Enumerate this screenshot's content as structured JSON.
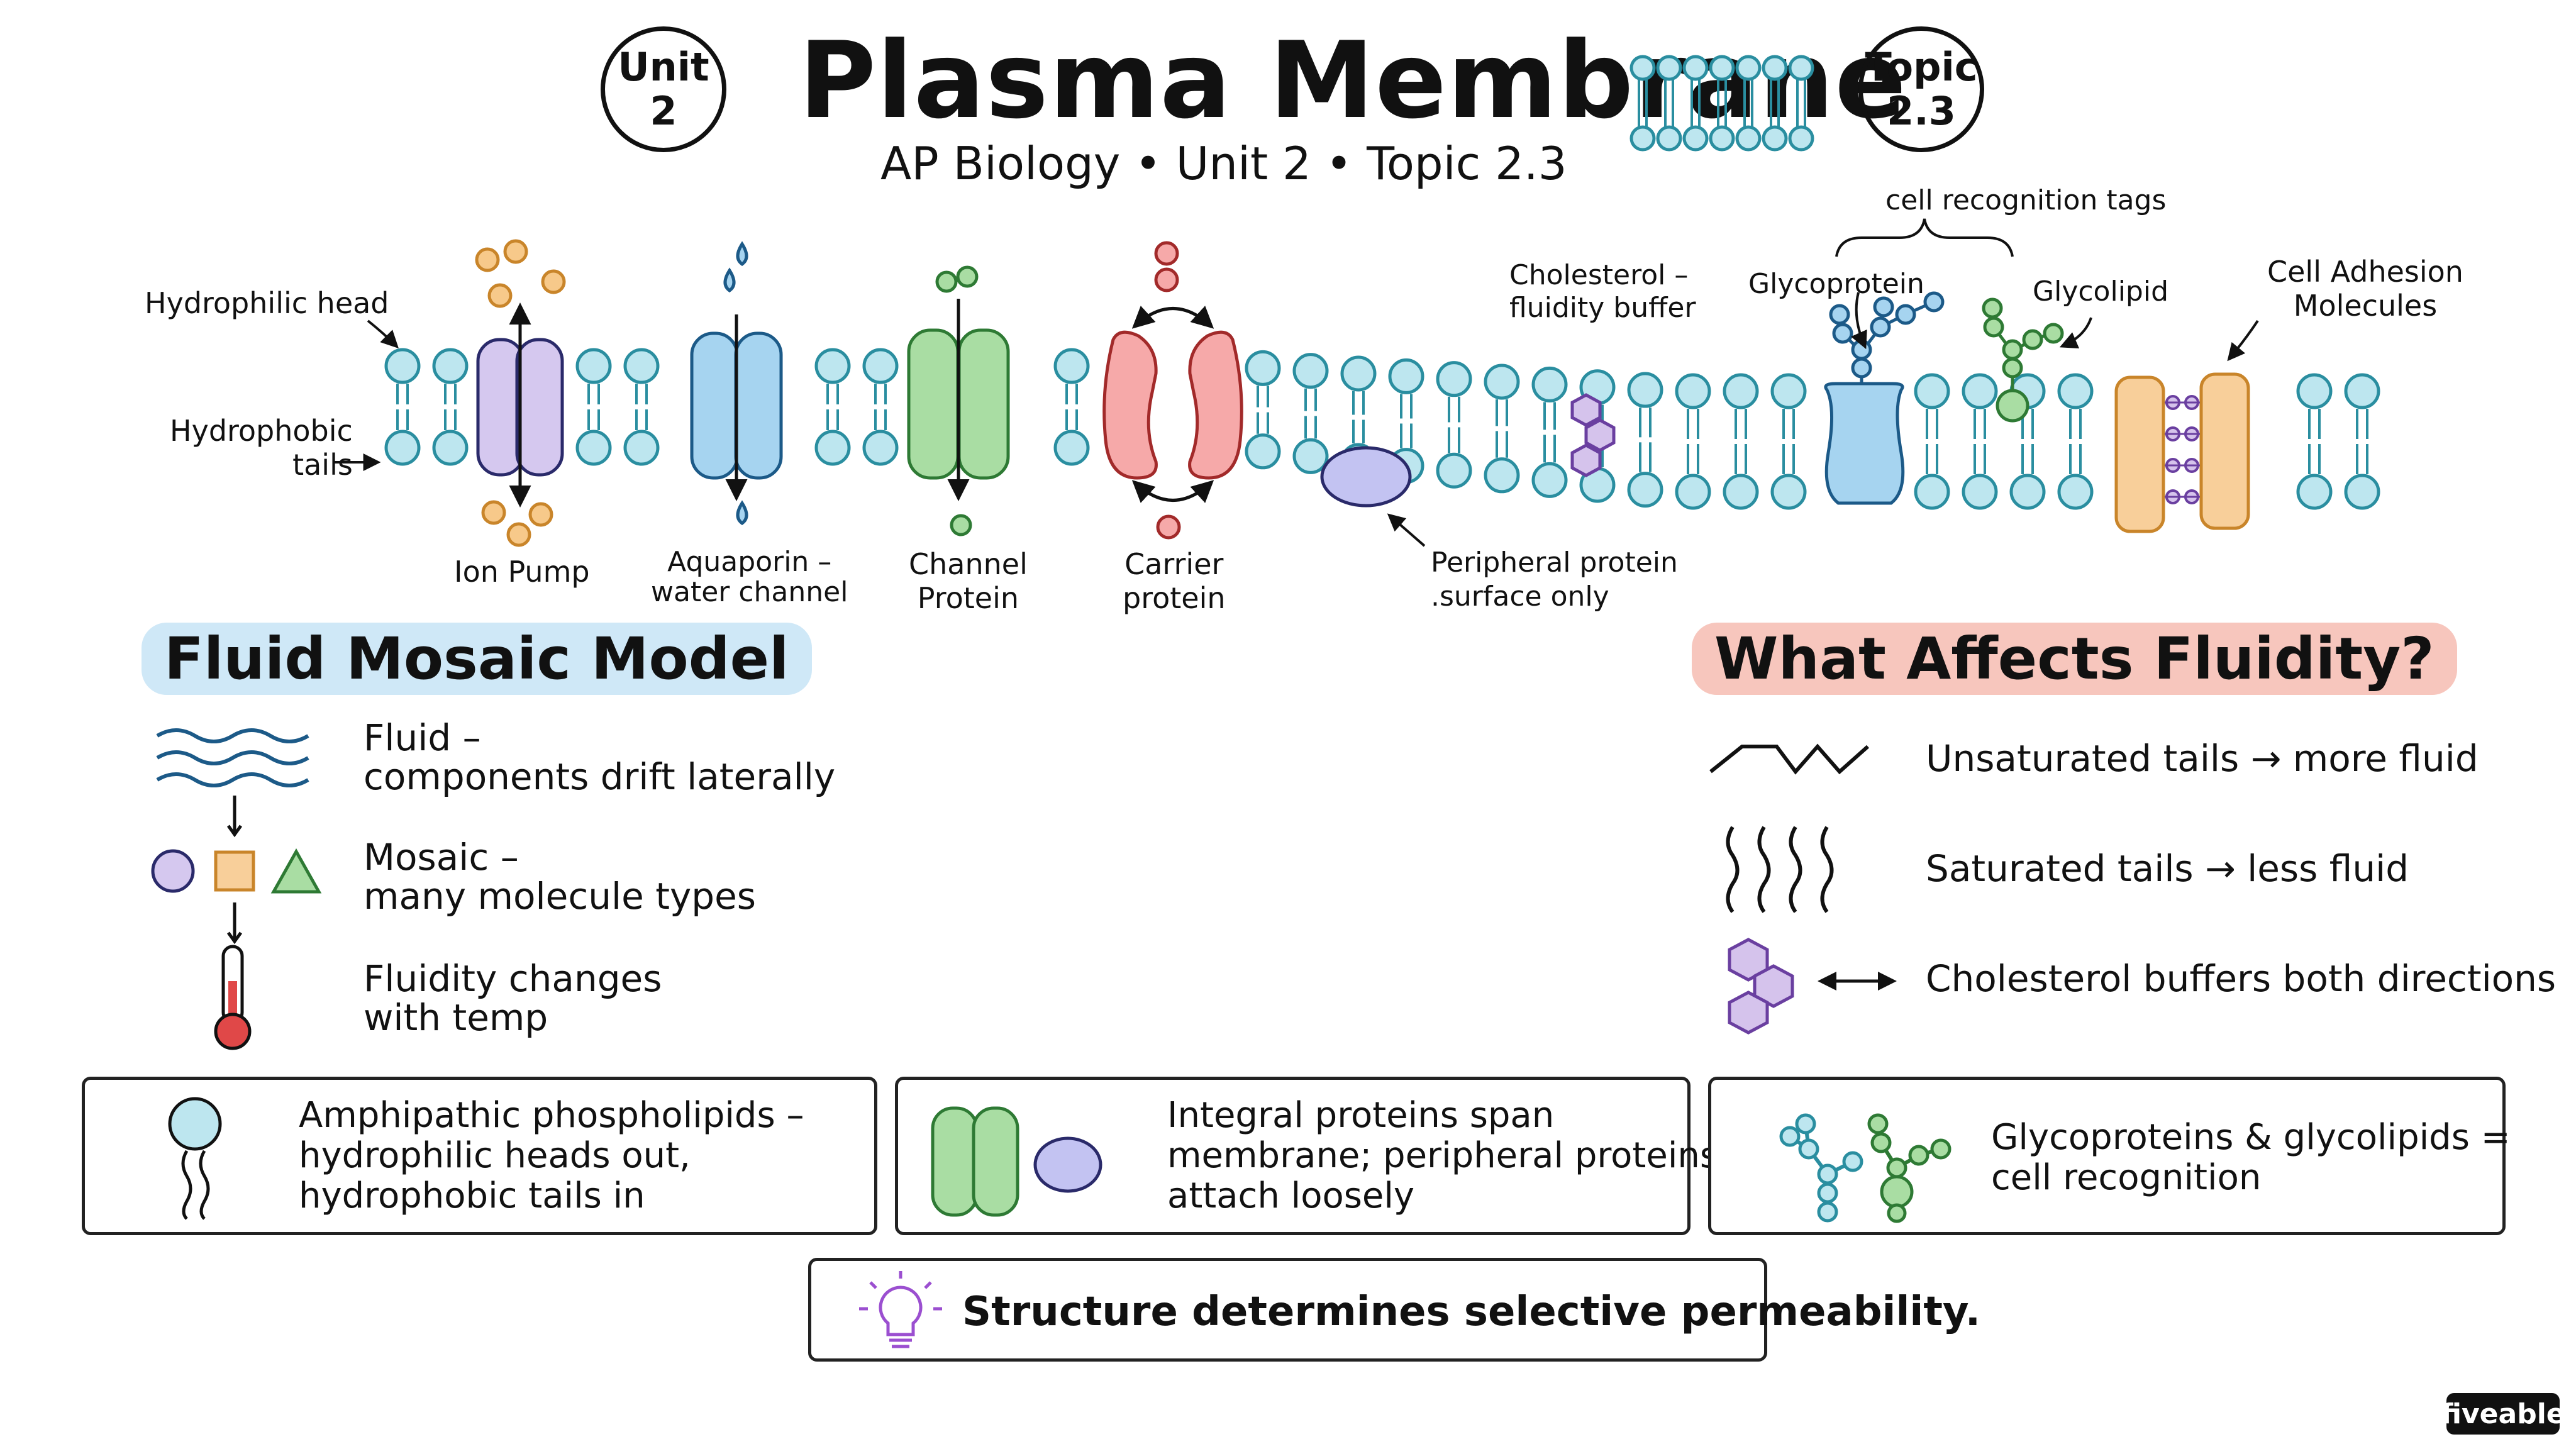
{
  "header": {
    "title": "Plasma Membrane",
    "subtitle": "AP Biology • Unit 2 • Topic 2.3",
    "unit_badge": {
      "line1": "Unit",
      "line2": "2"
    },
    "topic_badge": {
      "line1": "Topic",
      "line2": "2.3"
    }
  },
  "diagram_labels": {
    "hydrophilic_head": "Hydrophilic head",
    "hydrophobic_tails": [
      "Hydrophobic",
      "tails"
    ],
    "ion_pump": "Ion Pump",
    "aquaporin": [
      "Aquaporin –",
      "water channel"
    ],
    "channel_protein": [
      "Channel",
      "Protein"
    ],
    "carrier_protein": [
      "Carrier",
      "protein"
    ],
    "peripheral_protein": [
      "Peripheral protein",
      ".surface only"
    ],
    "cholesterol": [
      "Cholesterol –",
      "fluidity buffer"
    ],
    "cell_recognition_tags": "cell recognition tags",
    "glycoprotein": "Glycoprotein",
    "glycolipid": "Glycolipid",
    "cell_adhesion": [
      "Cell Adhesion",
      "Molecules"
    ]
  },
  "fluid_mosaic": {
    "heading": "Fluid Mosaic Model",
    "items": [
      {
        "lines": [
          "Fluid –",
          "components drift laterally"
        ],
        "icon": "waves-icon"
      },
      {
        "lines": [
          "Mosaic –",
          "many molecule types"
        ],
        "icon": "shapes-icon"
      },
      {
        "lines": [
          "Fluidity changes",
          "with temp"
        ],
        "icon": "thermometer-icon"
      }
    ]
  },
  "fluidity_factors": {
    "heading": "What Affects Fluidity?",
    "items": [
      {
        "text": "Unsaturated tails → more fluid",
        "icon": "kinked-tail-icon"
      },
      {
        "text": "Saturated tails → less fluid",
        "icon": "straight-tails-icon"
      },
      {
        "text": "Cholesterol buffers both directions",
        "icon": "cholesterol-icon"
      }
    ]
  },
  "summary_boxes": [
    {
      "lines": [
        "Amphipathic phospholipids –",
        "hydrophilic heads out,",
        "hydrophobic tails in"
      ],
      "icon": "phospholipid-icon"
    },
    {
      "lines": [
        "Integral proteins span",
        "membrane; peripheral proteins",
        "attach loosely"
      ],
      "icon": "proteins-icon"
    },
    {
      "lines": [
        "Glycoproteins & glycolipids =",
        "cell recognition"
      ],
      "icon": "glyco-icon"
    }
  ],
  "key_takeaway": "Structure determines selective permeability.",
  "brand": "fiveable",
  "colors": {
    "head": "#bde6ef",
    "head_stroke": "#2a8ea0",
    "ion_pump": "#d5c8ef",
    "aquaporin": "#a6d4f0",
    "channel": "#a9dda3",
    "carrier": "#f6a9a9",
    "peripheral": "#c3c3f2",
    "cholesterol": "#d5c3ec",
    "glycoprotein": "#a6d4f0",
    "adhesion": "#f8cf9a"
  }
}
